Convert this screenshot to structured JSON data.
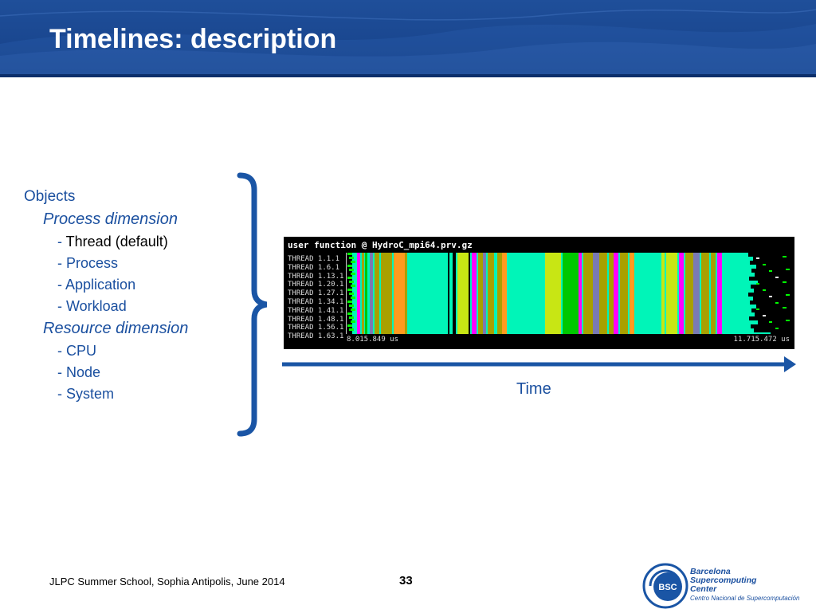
{
  "slide": {
    "title": "Timelines: description",
    "colors": {
      "header": "#1a4790",
      "accent": "#1a4f9f",
      "text": "#000000"
    }
  },
  "objects_list": {
    "heading": "Objects",
    "process_dimension": {
      "label": "Process dimension",
      "items": [
        {
          "dash": "- ",
          "text": "Thread (default)"
        },
        {
          "dash": "- ",
          "text": "Process"
        },
        {
          "dash": "- ",
          "text": "Application"
        },
        {
          "dash": "- ",
          "text": "Workload"
        }
      ]
    },
    "resource_dimension": {
      "label": "Resource dimension",
      "items": [
        {
          "dash": "- ",
          "text": "CPU"
        },
        {
          "dash": "- ",
          "text": "Node"
        },
        {
          "dash": "- ",
          "text": "System"
        }
      ]
    }
  },
  "timeline": {
    "title": "user function @ HydroC_mpi64.prv.gz",
    "threads": [
      "THREAD 1.1.1",
      "THREAD 1.6.1",
      "THREAD 1.13.1",
      "THREAD 1.20.1",
      "THREAD 1.27.1",
      "THREAD 1.34.1",
      "THREAD 1.41.1",
      "THREAD 1.48.1",
      "THREAD 1.56.1",
      "THREAD 1.63.1"
    ],
    "time_start": "8.015.849 us",
    "time_end": "11.715.472 us",
    "colors": {
      "cyan": "#00f5b8",
      "magenta": "#ff00ff",
      "olive": "#a8a000",
      "orange": "#ff9a1e",
      "lime": "#c8e614",
      "green": "#00c800",
      "slate": "#7a7ab4",
      "bright_green": "#00ff00",
      "white": "#ffffff"
    }
  },
  "axis": {
    "label": "Time"
  },
  "footer": {
    "event": "JLPC Summer School, Sophia Antipolis, June 2014",
    "page": "33"
  },
  "logo": {
    "badge": "BSC",
    "line1": "Barcelona",
    "line2": "Supercomputing",
    "line3": "Center",
    "subtitle": "Centro Nacional de Supercomputación"
  }
}
